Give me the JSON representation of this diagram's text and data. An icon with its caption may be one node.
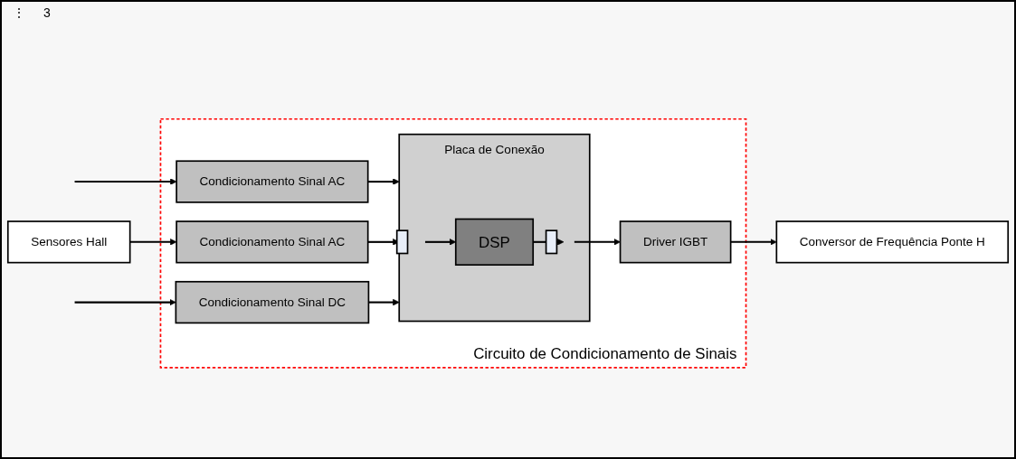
{
  "diagram": {
    "nodes": [
      {
        "text": [
          "Circuito de Condicionamento de Sinais"
        ]
      },
      {
        "text": [
          "Sensores Hall"
        ]
      },
      {
        "text": [
          "Condicionamento Sinal AC"
        ],
        "in": 0
      },
      {
        "text": [
          "Condicionamento Sinal AC"
        ],
        "in": 0
      },
      {
        "text": [
          "Condicionamento Sinal DC"
        ],
        "in": 0
      },
      {
        "text": [
          "Placa de Conexão"
        ],
        "in": 0
      },
      {
        "text": [],
        "shape": "bar",
        "in": 5
      },
      {
        "text": [
          "DSP"
        ],
        "in": 5
      },
      {
        "text": [],
        "shape": "bar",
        "in": 5
      },
      {
        "text": [
          "Driver IGBT"
        ],
        "in": 0
      },
      {
        "text": [
          "Conversor de Frequência Ponte H"
        ]
      }
    ],
    "edges": [
      {
        "from": null,
        "to": 2,
        "arrow": "to"
      },
      {
        "from": 1,
        "to": 3,
        "arrow": "to"
      },
      {
        "from": null,
        "to": 4,
        "arrow": "to"
      },
      {
        "from": 2,
        "to": 5,
        "arrow": "to"
      },
      {
        "from": 3,
        "to": 5,
        "arrow": "to"
      },
      {
        "from": 4,
        "to": 5,
        "arrow": "to"
      },
      {
        "from": 6,
        "to": 7,
        "arrow": "to"
      },
      {
        "from": 7,
        "to": 8,
        "arrow": "to"
      },
      {
        "from": 8,
        "to": 9,
        "arrow": "to"
      },
      {
        "from": 9,
        "to": 10,
        "arrow": "to"
      }
    ],
    "labels": [
      "⋮",
      "3"
    ]
  }
}
